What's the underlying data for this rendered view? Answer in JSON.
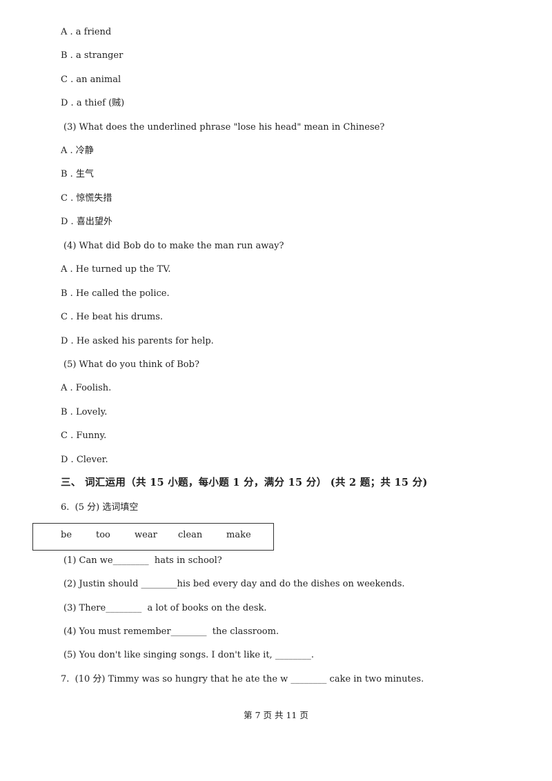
{
  "q2_options": [
    "A . a friend",
    "B . a stranger",
    "C . an animal",
    "D . a thief (贼)"
  ],
  "q3": {
    "question": "(3) What does the underlined phrase \"lose his head\" mean in Chinese?",
    "options": [
      "A . 冷静",
      "B . 生气",
      "C . 惊慌失措",
      "D . 喜出望外"
    ]
  },
  "q4": {
    "question": "(4) What did Bob do to make the man run away?",
    "options": [
      "A . He turned up the TV.",
      "B . He called the police.",
      "C . He beat his drums.",
      "D . He asked his parents for help."
    ]
  },
  "q5": {
    "question": "(5) What do you think of Bob?",
    "options": [
      "A . Foolish.",
      "B . Lovely.",
      "C . Funny.",
      "D . Clever."
    ]
  },
  "section": {
    "title": "三、 词汇运用（共 15 小题，每小题 1 分，满分 15 分） (共 2 题；共 15 分)"
  },
  "q6": {
    "header": "6.  (5 分) 选词填空",
    "words": [
      "be",
      "too",
      "wear",
      "clean",
      "make"
    ],
    "items": [
      "(1) Can we________  hats in school?",
      "(2) Justin should ________his bed every day and do the dishes on weekends.",
      "(3) There________  a lot of books on the desk.",
      "(4) You must remember________  the classroom.",
      "(5) You don't like singing songs. I don't like it, ________."
    ]
  },
  "q7": {
    "text": "7.  (10 分) Timmy was so hungry that he ate the w ________ cake in two minutes."
  },
  "footer": "第 7 页 共 11 页"
}
